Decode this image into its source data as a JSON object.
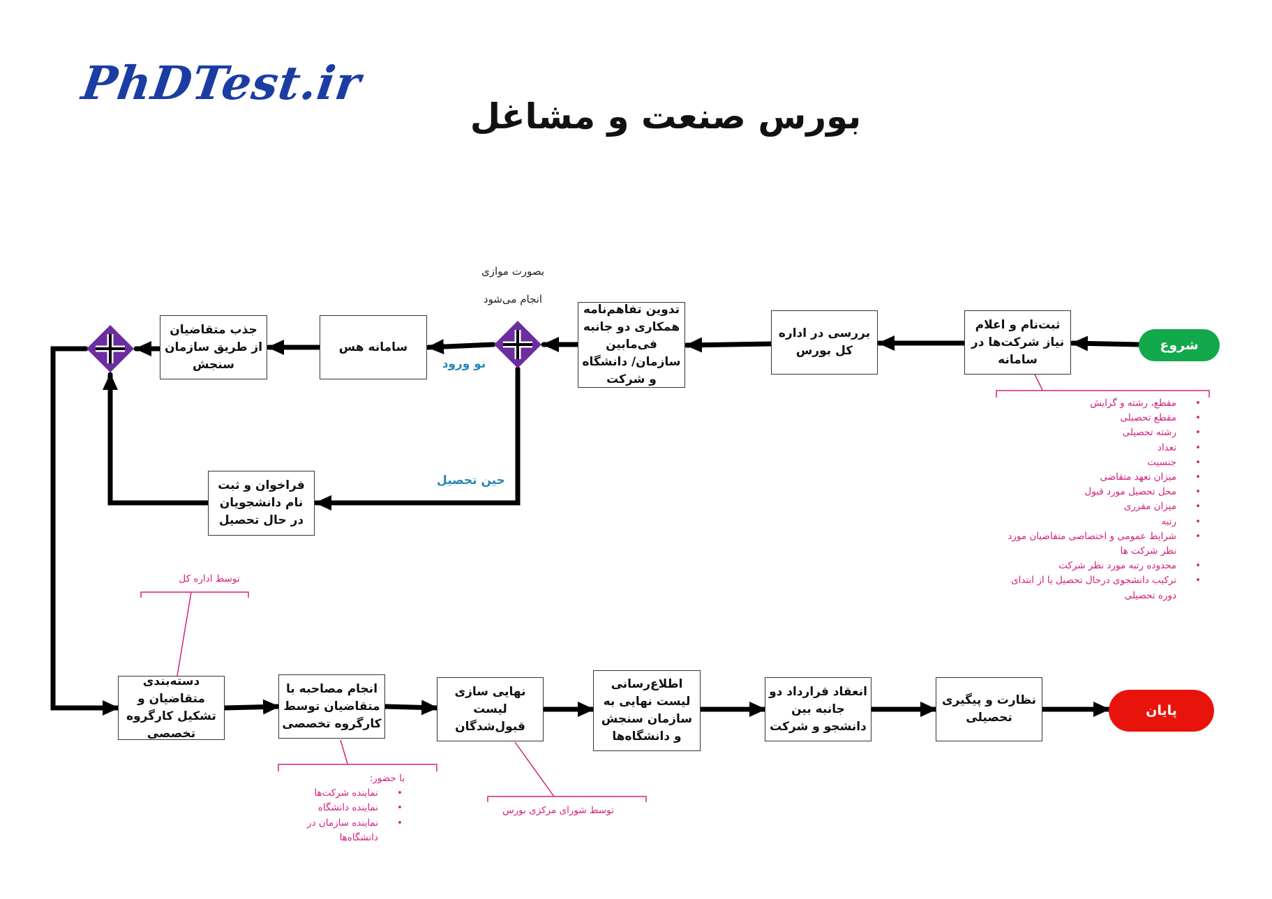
{
  "logo": "PhDTest.ir",
  "title": "بورس صنعت و مشاغل",
  "start": "شروع",
  "end": "پایان",
  "colors": {
    "start": "#12a84c",
    "end": "#e8140c",
    "gateway": "#6b2d9f",
    "annotation": "#d4207c",
    "branch_label": "#2a86b5"
  },
  "top_row": {
    "step1": "ثبت‌نام و اعلام نیاز شرکت‌ها در سامانه",
    "step2": "بررسی در اداره کل بورس",
    "step3": "تدوین تفاهم‌نامه همکاری دو جانبه فی‌مابین سازمان/ دانشگاه و شرکت",
    "step4": "سامانه هس",
    "step5": "جذب متقاضیان از طریق سازمان سنجش",
    "step_in_study": "فراخوان و ثبت نام دانشجویان در حال تحصیل"
  },
  "gateway_note_1": "بصورت موازی",
  "gateway_note_2": "انجام می‌شود",
  "branch_new": "نو ورود",
  "branch_current": "حین تحصیل",
  "bottom_row": {
    "step1": "دسته‌بندی متقاضیان و تشکیل کارگروه تخصصی",
    "step2": "انجام مصاحبه با متقاضیان توسط کارگروه تخصصی",
    "step3": "نهایی سازی لیست قبول‌شدگان",
    "step4": "اطلاع‌رسانی لیست نهایی به سازمان سنجش و دانشگاه‌ها",
    "step5": "انعقاد قرارداد دو جانبه بین دانشجو و شرکت",
    "step6": "نظارت و پیگیری تحصیلی"
  },
  "annotations": {
    "requirements": [
      "مقطع، رشته و گرایش",
      "مقطع تحصیلی",
      "رشته تحصیلی",
      "تعداد",
      "جنسیت",
      "میزان تعهد متقاضی",
      "محل تحصیل مورد قبول",
      "میزان مقرری",
      "رتبه",
      "شرایط عمومی و اختصاصی متقاضیان مورد نظر شرکت ها",
      "محدوده رتبه مورد نظر شرکت",
      "ترکیب دانشجوی درحال تحصیل یا از ابتدای دوره تحصیلی"
    ],
    "by_general_office": "توسط اداره کل",
    "presence_title": "با حضور:",
    "presence": [
      "نماینده شرکت‌ها",
      "نماینده دانشگاه",
      "نماینده سازمان در دانشگاه‌ها"
    ],
    "by_council": "توسط شورای مرکزی بورس"
  }
}
